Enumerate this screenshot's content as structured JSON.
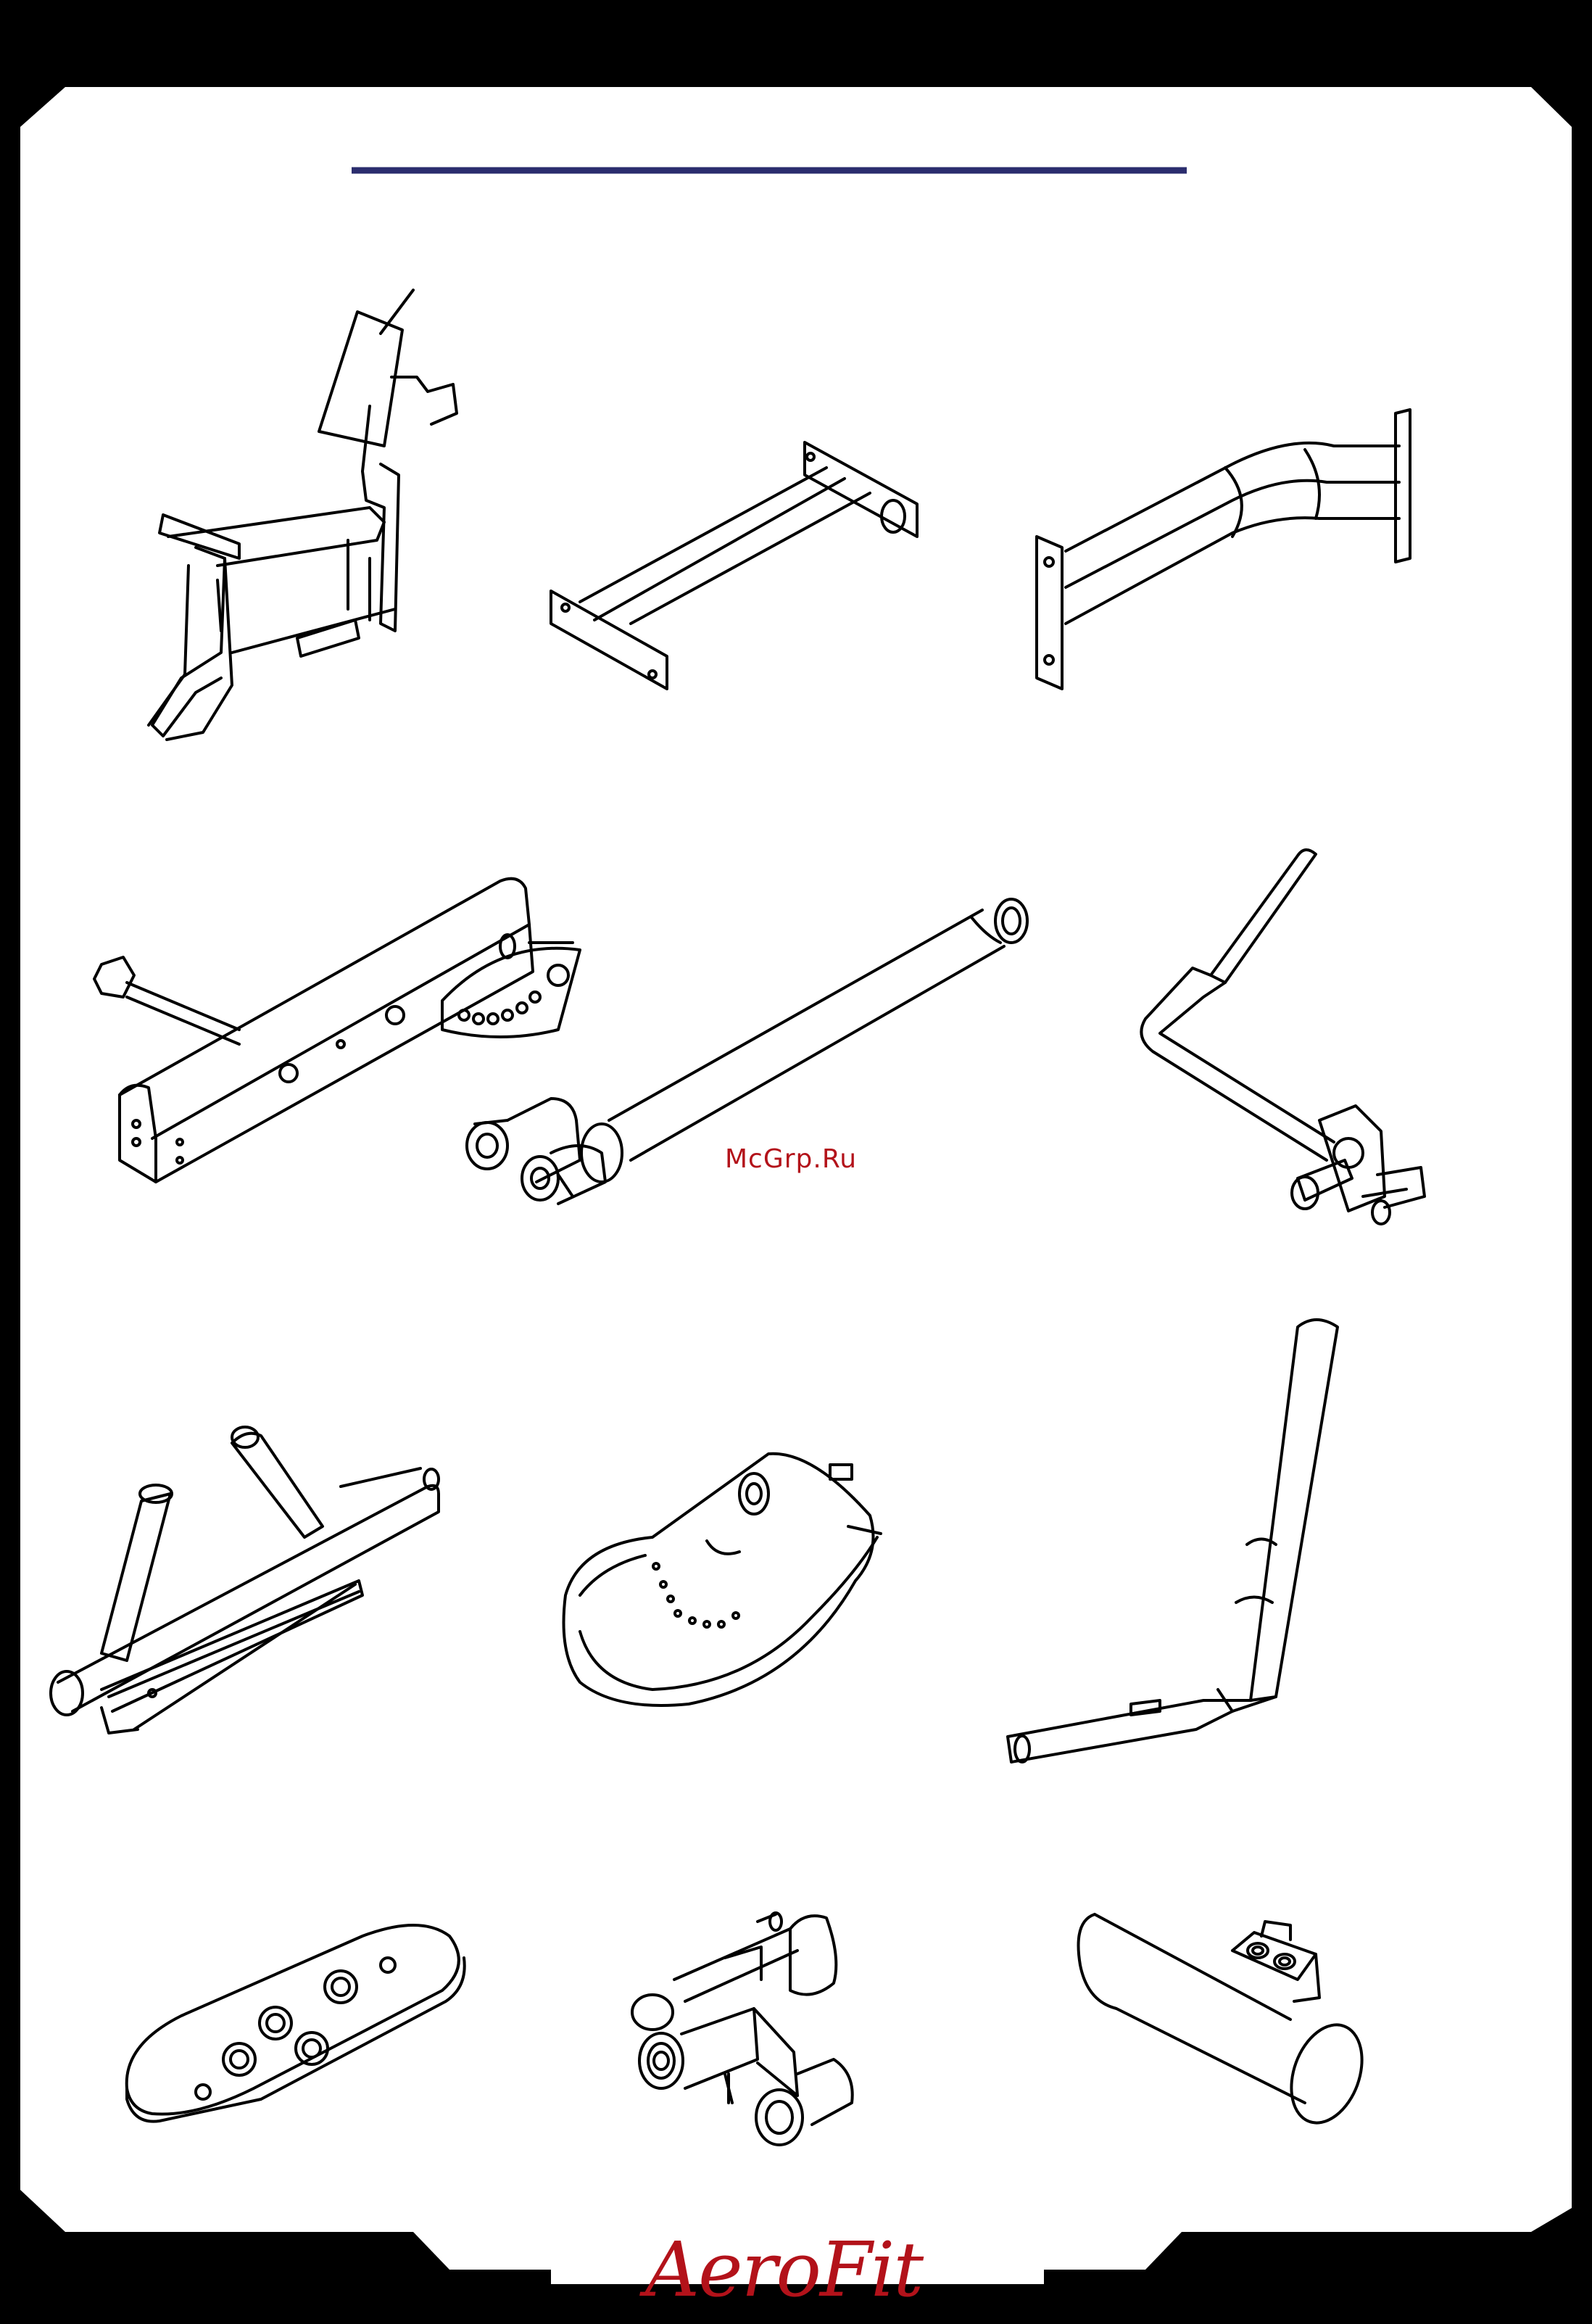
{
  "watermark": "McGrp.Ru",
  "brand": "AeroFit",
  "colors": {
    "frame": "#000000",
    "title_rule": "#2b2d6e",
    "brand": "#b3121a",
    "drawing": "#000000"
  },
  "parts": [
    {
      "name": "main-frame"
    },
    {
      "name": "crossbar-tube"
    },
    {
      "name": "curved-arm"
    },
    {
      "name": "pivot-beam"
    },
    {
      "name": "telescopic-tube"
    },
    {
      "name": "crank-handle"
    },
    {
      "name": "handle-bracket"
    },
    {
      "name": "seat-shell"
    },
    {
      "name": "long-bent-handle"
    },
    {
      "name": "oval-plate"
    },
    {
      "name": "roller-assembly"
    },
    {
      "name": "roller-pad"
    }
  ]
}
